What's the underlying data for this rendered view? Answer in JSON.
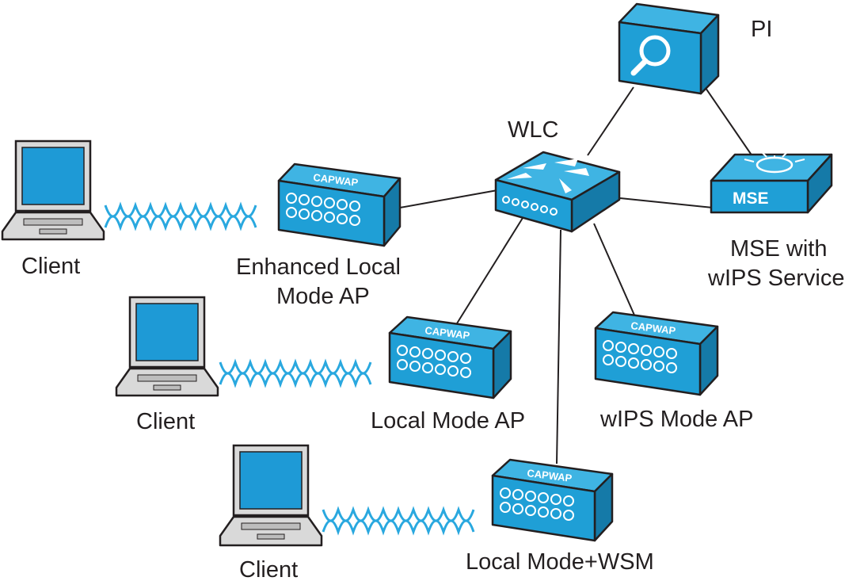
{
  "nodes": {
    "pi": {
      "label": "PI"
    },
    "wlc": {
      "label": "WLC"
    },
    "mse": {
      "label_line1": "MSE with",
      "label_line2": "wIPS Service",
      "badge": "MSE"
    },
    "ap_enhanced": {
      "label_line1": "Enhanced Local",
      "label_line2": "Mode AP",
      "badge": "CAPWAP"
    },
    "ap_local": {
      "label": "Local Mode AP",
      "badge": "CAPWAP"
    },
    "ap_wips": {
      "label": "wIPS Mode AP",
      "badge": "CAPWAP"
    },
    "ap_wsm": {
      "label": "Local Mode+WSM",
      "badge": "CAPWAP"
    },
    "client1": {
      "label": "Client"
    },
    "client2": {
      "label": "Client"
    },
    "client3": {
      "label": "Client"
    }
  },
  "links": [
    [
      "pi",
      "wlc"
    ],
    [
      "pi",
      "mse"
    ],
    [
      "wlc",
      "mse"
    ],
    [
      "wlc",
      "ap_enhanced"
    ],
    [
      "wlc",
      "ap_local"
    ],
    [
      "wlc",
      "ap_wips"
    ],
    [
      "wlc",
      "ap_wsm"
    ]
  ],
  "wireless_links": [
    [
      "client1",
      "ap_enhanced"
    ],
    [
      "client2",
      "ap_local"
    ],
    [
      "client3",
      "ap_wsm"
    ]
  ],
  "colors": {
    "device_blue": "#1f9fd6",
    "wave_blue": "#29a8df",
    "line": "#231f20"
  }
}
